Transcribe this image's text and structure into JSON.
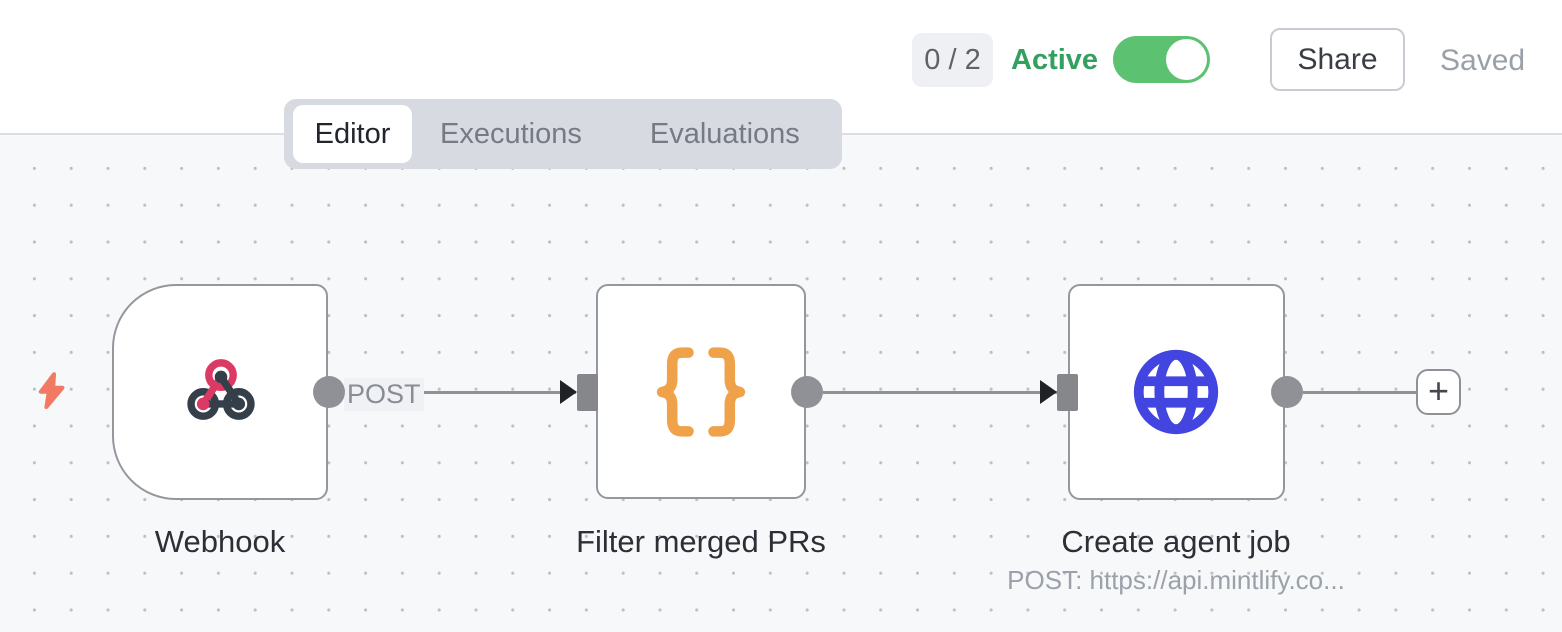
{
  "header": {
    "issues_badge": "0 / 2",
    "active_label": "Active",
    "toggle_state": "on",
    "share_label": "Share",
    "saved_label": "Saved"
  },
  "tabs": {
    "editor": "Editor",
    "executions": "Executions",
    "evaluations": "Evaluations",
    "active_tab": "Editor"
  },
  "canvas": {
    "nodes": [
      {
        "name": "Webhook",
        "type": "webhook-trigger"
      },
      {
        "name": "Filter merged PRs",
        "type": "code"
      },
      {
        "name": "Create agent job",
        "type": "http-request",
        "subtitle": "POST: https://api.mintlify.co..."
      }
    ],
    "connections": [
      {
        "from": "Webhook",
        "to": "Filter merged PRs",
        "label": "POST"
      },
      {
        "from": "Filter merged PRs",
        "to": "Create agent job",
        "label": ""
      }
    ],
    "add_button_label": "+"
  },
  "colors": {
    "active_green": "#34a060",
    "toggle_green": "#5cc272",
    "webhook_pink": "#da3a63",
    "webhook_slate": "#353f4a",
    "code_orange": "#f0a24a",
    "http_blue": "#4345e0",
    "trigger_coral": "#f27964",
    "connector_gray": "#8f9196"
  }
}
